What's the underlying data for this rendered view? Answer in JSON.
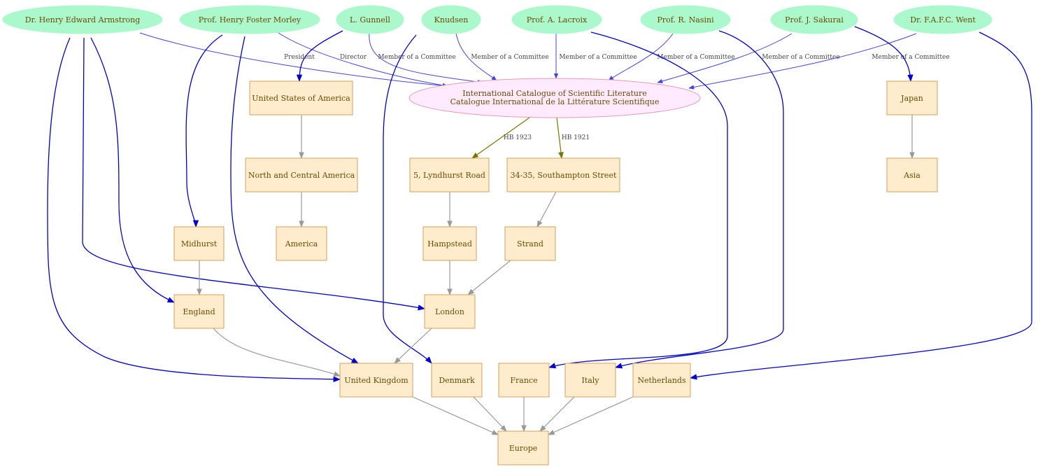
{
  "colors": {
    "person_fill": "#aaf8cc",
    "place_fill": "#ffeccc",
    "place_stroke": "#d4a15c",
    "org_fill": "#ffeaff",
    "org_stroke": "#e69ab0",
    "person_edge": "#0000cc",
    "role_edge": "#4444dd",
    "place_edge": "#999999",
    "address_edge": "#777700",
    "text": "#6b4a00"
  },
  "people": [
    {
      "id": "armstrong",
      "label": "Dr. Henry Edward Armstrong"
    },
    {
      "id": "morley",
      "label": "Prof. Henry Foster Morley"
    },
    {
      "id": "gunnell",
      "label": "L. Gunnell"
    },
    {
      "id": "knudsen",
      "label": "Knudsen"
    },
    {
      "id": "lacroix",
      "label": "Prof. A. Lacroix"
    },
    {
      "id": "nasini",
      "label": "Prof. R. Nasini"
    },
    {
      "id": "sakurai",
      "label": "Prof. J. Sakurai"
    },
    {
      "id": "went",
      "label": "Dr. F.A.F.C. Went"
    }
  ],
  "organization": {
    "id": "iscl",
    "line1": "International Catalogue of Scientific Literature",
    "line2": "Catalogue International de la Littérature Scientifique"
  },
  "places": [
    {
      "id": "usa",
      "label": "United States of America"
    },
    {
      "id": "japan",
      "label": "Japan"
    },
    {
      "id": "nca",
      "label": "North and Central America"
    },
    {
      "id": "lyndhurst",
      "label": "5, Lyndhurst Road"
    },
    {
      "id": "southampton",
      "label": "34-35, Southampton Street"
    },
    {
      "id": "asia",
      "label": "Asia"
    },
    {
      "id": "midhurst",
      "label": "Midhurst"
    },
    {
      "id": "america",
      "label": "America"
    },
    {
      "id": "hampstead",
      "label": "Hampstead"
    },
    {
      "id": "strand",
      "label": "Strand"
    },
    {
      "id": "england",
      "label": "England"
    },
    {
      "id": "london",
      "label": "London"
    },
    {
      "id": "uk",
      "label": "United Kingdom"
    },
    {
      "id": "denmark",
      "label": "Denmark"
    },
    {
      "id": "france",
      "label": "France"
    },
    {
      "id": "italy",
      "label": "Italy"
    },
    {
      "id": "netherlands",
      "label": "Netherlands"
    },
    {
      "id": "europe",
      "label": "Europe"
    }
  ],
  "edges": [
    {
      "id": "armstrong-president",
      "from": "armstrong",
      "to": "iscl",
      "label": "President",
      "kind": "role"
    },
    {
      "id": "morley-director",
      "from": "morley",
      "to": "iscl",
      "label": "Director",
      "kind": "role"
    },
    {
      "id": "gunnell-committee",
      "from": "gunnell",
      "to": "iscl",
      "label": "Member of a Committee",
      "kind": "role"
    },
    {
      "id": "knudsen-committee",
      "from": "knudsen",
      "to": "iscl",
      "label": "Member of a Committee",
      "kind": "role"
    },
    {
      "id": "lacroix-committee",
      "from": "lacroix",
      "to": "iscl",
      "label": "Member of a Committee",
      "kind": "role"
    },
    {
      "id": "nasini-committee",
      "from": "nasini",
      "to": "iscl",
      "label": "Member of a Committee",
      "kind": "role"
    },
    {
      "id": "sakurai-committee",
      "from": "sakurai",
      "to": "iscl",
      "label": "Member of a Committee",
      "kind": "role"
    },
    {
      "id": "went-committee",
      "from": "went",
      "to": "iscl",
      "label": "Member of a Committee",
      "kind": "role"
    },
    {
      "id": "iscl-lyndhurst",
      "from": "iscl",
      "to": "lyndhurst",
      "label": "HB 1923",
      "kind": "address"
    },
    {
      "id": "iscl-southampton",
      "from": "iscl",
      "to": "southampton",
      "label": "HB 1921",
      "kind": "address"
    },
    {
      "id": "gunnell-usa",
      "from": "gunnell",
      "to": "usa",
      "label": "",
      "kind": "person"
    },
    {
      "id": "sakurai-japan",
      "from": "sakurai",
      "to": "japan",
      "label": "",
      "kind": "person"
    },
    {
      "id": "morley-midhurst",
      "from": "morley",
      "to": "midhurst",
      "label": "",
      "kind": "person"
    },
    {
      "id": "armstrong-england",
      "from": "armstrong",
      "to": "england",
      "label": "",
      "kind": "person"
    },
    {
      "id": "armstrong-london",
      "from": "armstrong",
      "to": "london",
      "label": "",
      "kind": "person"
    },
    {
      "id": "armstrong-uk",
      "from": "armstrong",
      "to": "uk",
      "label": "",
      "kind": "person"
    },
    {
      "id": "morley-uk",
      "from": "morley",
      "to": "uk",
      "label": "",
      "kind": "person"
    },
    {
      "id": "knudsen-denmark",
      "from": "knudsen",
      "to": "denmark",
      "label": "",
      "kind": "person"
    },
    {
      "id": "lacroix-france",
      "from": "lacroix",
      "to": "france",
      "label": "",
      "kind": "person"
    },
    {
      "id": "nasini-italy",
      "from": "nasini",
      "to": "italy",
      "label": "",
      "kind": "person"
    },
    {
      "id": "went-netherlands",
      "from": "went",
      "to": "netherlands",
      "label": "",
      "kind": "person"
    },
    {
      "id": "usa-nca",
      "from": "usa",
      "to": "nca",
      "label": "",
      "kind": "place"
    },
    {
      "id": "nca-america",
      "from": "nca",
      "to": "america",
      "label": "",
      "kind": "place"
    },
    {
      "id": "japan-asia",
      "from": "japan",
      "to": "asia",
      "label": "",
      "kind": "place"
    },
    {
      "id": "lyndhurst-hampstead",
      "from": "lyndhurst",
      "to": "hampstead",
      "label": "",
      "kind": "place"
    },
    {
      "id": "southampton-strand",
      "from": "southampton",
      "to": "strand",
      "label": "",
      "kind": "place"
    },
    {
      "id": "midhurst-england",
      "from": "midhurst",
      "to": "england",
      "label": "",
      "kind": "place"
    },
    {
      "id": "hampstead-london",
      "from": "hampstead",
      "to": "london",
      "label": "",
      "kind": "place"
    },
    {
      "id": "strand-london",
      "from": "strand",
      "to": "london",
      "label": "",
      "kind": "place"
    },
    {
      "id": "england-uk",
      "from": "england",
      "to": "uk",
      "label": "",
      "kind": "place"
    },
    {
      "id": "london-uk",
      "from": "london",
      "to": "uk",
      "label": "",
      "kind": "place"
    },
    {
      "id": "uk-europe",
      "from": "uk",
      "to": "europe",
      "label": "",
      "kind": "place"
    },
    {
      "id": "denmark-europe",
      "from": "denmark",
      "to": "europe",
      "label": "",
      "kind": "place"
    },
    {
      "id": "france-europe",
      "from": "france",
      "to": "europe",
      "label": "",
      "kind": "place"
    },
    {
      "id": "italy-europe",
      "from": "italy",
      "to": "europe",
      "label": "",
      "kind": "place"
    },
    {
      "id": "netherlands-europe",
      "from": "netherlands",
      "to": "europe",
      "label": "",
      "kind": "place"
    }
  ]
}
